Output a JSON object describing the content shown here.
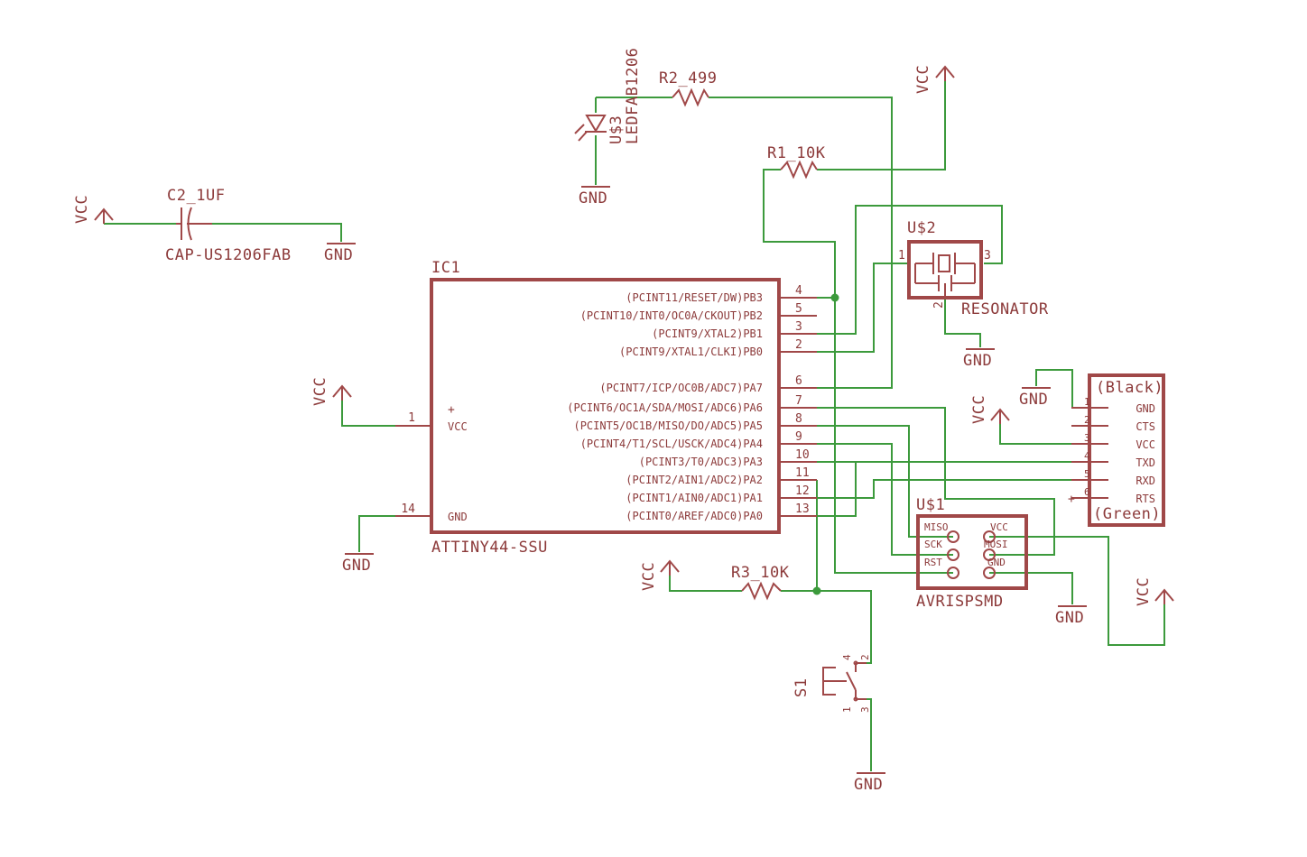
{
  "parts": {
    "ic1": {
      "name": "IC1",
      "value": "ATTINY44-SSU",
      "left_pins": [
        {
          "num": "1",
          "label": "VCC"
        },
        {
          "num": "14",
          "label": "GND"
        }
      ],
      "right_pins": [
        {
          "num": "4",
          "label": "(PCINT11/RESET/DW)PB3"
        },
        {
          "num": "5",
          "label": "(PCINT10/INT0/OC0A/CKOUT)PB2"
        },
        {
          "num": "3",
          "label": "(PCINT9/XTAL2)PB1"
        },
        {
          "num": "2",
          "label": "(PCINT9/XTAL1/CLKI)PB0"
        },
        {
          "num": "6",
          "label": "(PCINT7/ICP/OC0B/ADC7)PA7"
        },
        {
          "num": "7",
          "label": "(PCINT6/OC1A/SDA/MOSI/ADC6)PA6"
        },
        {
          "num": "8",
          "label": "(PCINT5/OC1B/MISO/DO/ADC5)PA5"
        },
        {
          "num": "9",
          "label": "(PCINT4/T1/SCL/USCK/ADC4)PA4"
        },
        {
          "num": "10",
          "label": "(PCINT3/T0/ADC3)PA3"
        },
        {
          "num": "11",
          "label": "(PCINT2/AIN1/ADC2)PA2"
        },
        {
          "num": "12",
          "label": "(PCINT1/AIN0/ADC1)PA1"
        },
        {
          "num": "13",
          "label": "(PCINT0/AREF/ADC0)PA0"
        }
      ]
    },
    "r1": {
      "name": "R1",
      "value": "10K"
    },
    "r2": {
      "name": "R2",
      "value": "499"
    },
    "r3": {
      "name": "R3",
      "value": "10K"
    },
    "c2": {
      "name": "C2",
      "value": "1UF",
      "package": "CAP-US1206FAB"
    },
    "u3": {
      "name": "U$3",
      "value": "LEDFAB1206"
    },
    "u2": {
      "name": "U$2",
      "value": "RESONATOR",
      "pins": [
        "1",
        "2",
        "3"
      ]
    },
    "u1": {
      "name": "U$1",
      "value": "AVRISPSMD",
      "left_pins": [
        "MISO",
        "SCK",
        "RST"
      ],
      "right_pins": [
        "VCC",
        "MOSI",
        "GND"
      ]
    },
    "s1": {
      "name": "S1",
      "pins": [
        "1",
        "2",
        "3",
        "4"
      ]
    },
    "ftdi": {
      "top_label": "(Black)",
      "bottom_label": "(Green)",
      "pins": [
        {
          "num": "1",
          "label": "GND"
        },
        {
          "num": "2",
          "label": "CTS"
        },
        {
          "num": "3",
          "label": "VCC"
        },
        {
          "num": "4",
          "label": "TXD"
        },
        {
          "num": "5",
          "label": "RXD"
        },
        {
          "num": "6",
          "label": "RTS"
        }
      ]
    }
  },
  "supplies": {
    "vcc": "VCC",
    "gnd": "GND"
  },
  "colors": {
    "symbol": "#a04848",
    "wire": "#3c9a3c",
    "background": "#ffffff"
  }
}
